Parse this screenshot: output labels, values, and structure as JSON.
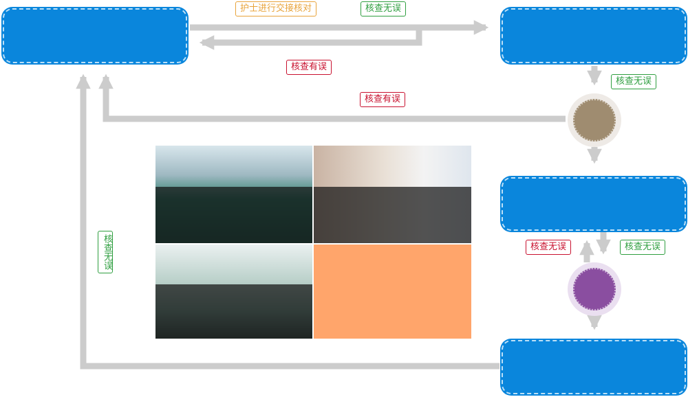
{
  "colors": {
    "box_fill": "#0a86dc",
    "arrow": "#cccccc",
    "ok": "#2e9e3f",
    "error": "#c8102e",
    "handover": "#e8a33a",
    "circle_1": "#9f8c70",
    "circle_2": "#8a4ea0",
    "photo_placeholder": "#ffa56b"
  },
  "labels": {
    "handover": "护士进行交接核对",
    "top_ok": "核查无误",
    "top_error": "核查有误",
    "mid_error": "核查有误",
    "right_ok_1": "核查无误",
    "right_error_2": "核查无误",
    "right_ok_2": "核查无误",
    "left_ok": "核查无误"
  },
  "photos": {
    "top_left": "surgeons-photo",
    "top_right": "doctor-patient-photo",
    "bottom_left": "operating-room-photo",
    "bottom_right": "placeholder"
  }
}
